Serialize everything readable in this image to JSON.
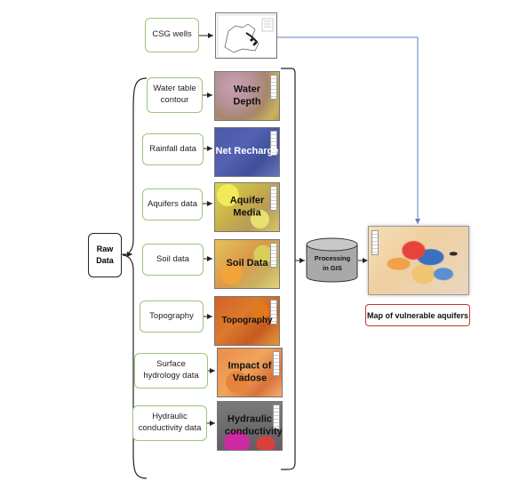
{
  "top": {
    "csg_wells": "CSG wells"
  },
  "raw_data": "Raw Data",
  "inputs": [
    {
      "label": "Water table contour",
      "map": "Water Depth"
    },
    {
      "label": "Rainfall data",
      "map": "Net Recharge"
    },
    {
      "label": "Aquifers data",
      "map": "Aquifer Media"
    },
    {
      "label": "Soil data",
      "map": "Soil Data"
    },
    {
      "label": "Topography",
      "map": "Topography"
    },
    {
      "label": "Surface hydrology data",
      "map": "Impact of Vadose"
    },
    {
      "label": "Hydraulic conductivity data",
      "map": "Hydraulic conductivity"
    }
  ],
  "processing": "Processing in GIS",
  "result": "Map of vulnerable aquifers",
  "colors": {
    "box_border": "#9cc47a",
    "result_border": "#c0392b",
    "line_blue": "#5b7fc4",
    "cylinder": "#a9a9a9"
  }
}
